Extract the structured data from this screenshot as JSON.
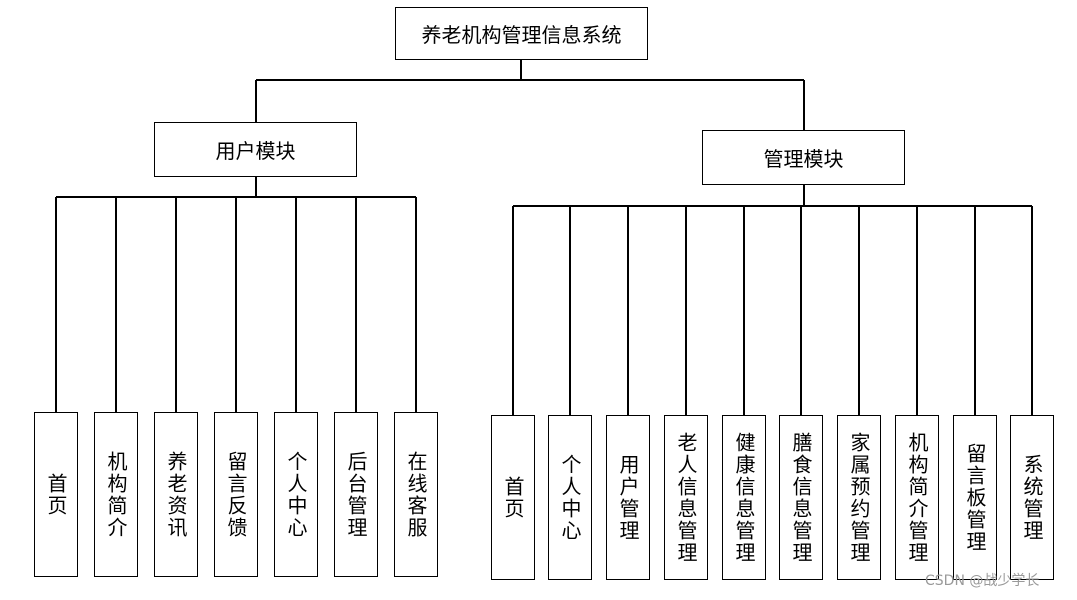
{
  "root": {
    "label": "养老机构管理信息系统"
  },
  "modules": [
    {
      "label": "用户模块",
      "items": [
        "首页",
        "机构简介",
        "养老资讯",
        "留言反馈",
        "个人中心",
        "后台管理",
        "在线客服"
      ]
    },
    {
      "label": "管理模块",
      "items": [
        "首页",
        "个人中心",
        "用户管理",
        "老人信息管理",
        "健康信息管理",
        "膳食信息管理",
        "家属预约管理",
        "机构简介管理",
        "留言板管理",
        "系统管理"
      ]
    }
  ],
  "watermark": "CSDN @战少学长"
}
